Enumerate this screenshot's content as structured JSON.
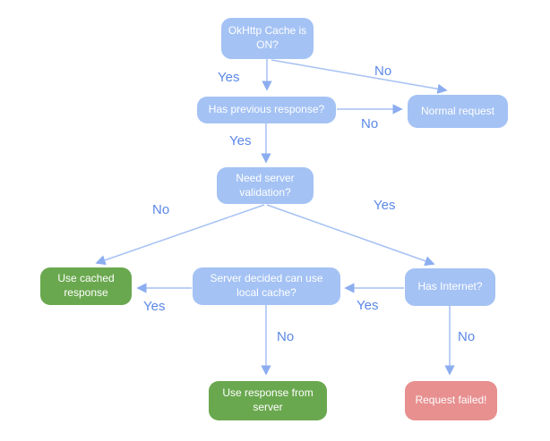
{
  "nodes": {
    "okhttp_cache": {
      "label": "OkHttp Cache is ON?"
    },
    "has_previous_response": {
      "label": "Has previous response?"
    },
    "normal_request": {
      "label": "Normal request"
    },
    "need_server_validation": {
      "label": "Need server validation?"
    },
    "use_cached_response": {
      "label": "Use cached response"
    },
    "server_decided_local_cache": {
      "label": "Server decided can use local cache?"
    },
    "has_internet": {
      "label": "Has Internet?"
    },
    "use_response_from_server": {
      "label": "Use response from server"
    },
    "request_failed": {
      "label": "Request failed!"
    }
  },
  "edge_labels": {
    "cache_on_yes": "Yes",
    "cache_on_no": "No",
    "has_previous_no": "No",
    "has_previous_yes": "Yes",
    "validation_no": "No",
    "validation_yes": "Yes",
    "server_allows_yes": "Yes",
    "has_internet_yes": "Yes",
    "server_denies_no": "No",
    "no_internet_no": "No"
  },
  "colors": {
    "node_blue": "#a4c2f4",
    "node_green": "#6aa84f",
    "node_red": "#e88f8f",
    "edge_line": "#a6c1f4",
    "edge_arrowhead": "#8cadf0",
    "edge_label_text": "#5b88e8",
    "node_text": "#ffffff",
    "background": "#ffffff"
  }
}
